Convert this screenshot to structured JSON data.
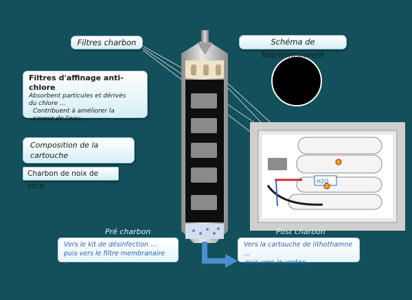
{
  "labels": {
    "filtres_charbon": "Filtres  charbon",
    "schema_title": "Schéma de fonctionnement",
    "affinage_title": "Filtres  d'affinage anti-chlore",
    "affinage_line1": "Absorbent particules  et dérivés",
    "affinage_line2": "du chlore ...",
    "affinage_line3": "Contribuent à améliorer la",
    "affinage_line4": "saveur de l'eau ...",
    "composition_line1": "Composition de la",
    "composition_line2": "cartouche",
    "charbon_noix": "Charbon de noix de coco",
    "pre_charbon": "Pré charbon",
    "post_charbon": "Post charbon",
    "vers_kit_line1": "Vers le kit de désinfection ...",
    "vers_kit_line2": "  puis vers  le filtre membranaire ...",
    "vers_cartouche_line1": "Vers la cartouche de lithothamne ...",
    "vers_cartouche_line2": "puis vers le vortex..."
  },
  "colors": {
    "background": "#12505b",
    "box_fill": "#ffffff",
    "link_text": "#2a63b8",
    "marker": "#e0b020",
    "arrow_blue": "#4a8fd0"
  },
  "icons": {
    "inlet": "down-arrow-icon",
    "outlet": "right-arrow-icon",
    "marker": "dot-marker-icon"
  }
}
